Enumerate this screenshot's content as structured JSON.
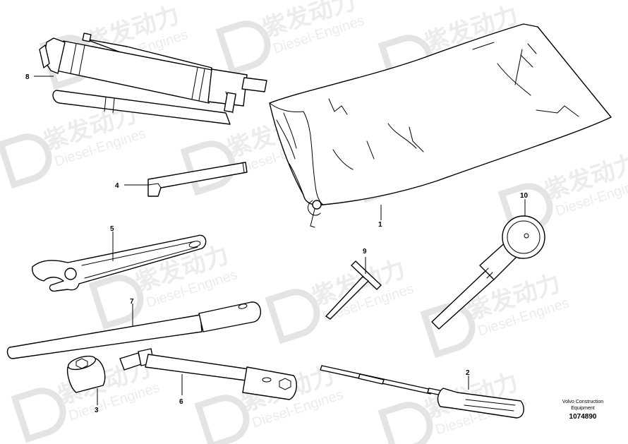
{
  "diagram": {
    "callouts": {
      "c1": "1",
      "c2": "2",
      "c3": "3",
      "c4": "4",
      "c5": "5",
      "c6": "6",
      "c7": "7",
      "c8": "8",
      "c9": "9",
      "c10": "10"
    },
    "footer": {
      "line1": "Volvo Construction",
      "line2": "Equipment",
      "drawing_number": "1074890"
    },
    "watermark": {
      "cn": "紫发动力",
      "en": "Diesel-Engines"
    }
  },
  "colors": {
    "line": "#000000",
    "background": "#ffffff",
    "watermark": "#e6e6e6"
  }
}
